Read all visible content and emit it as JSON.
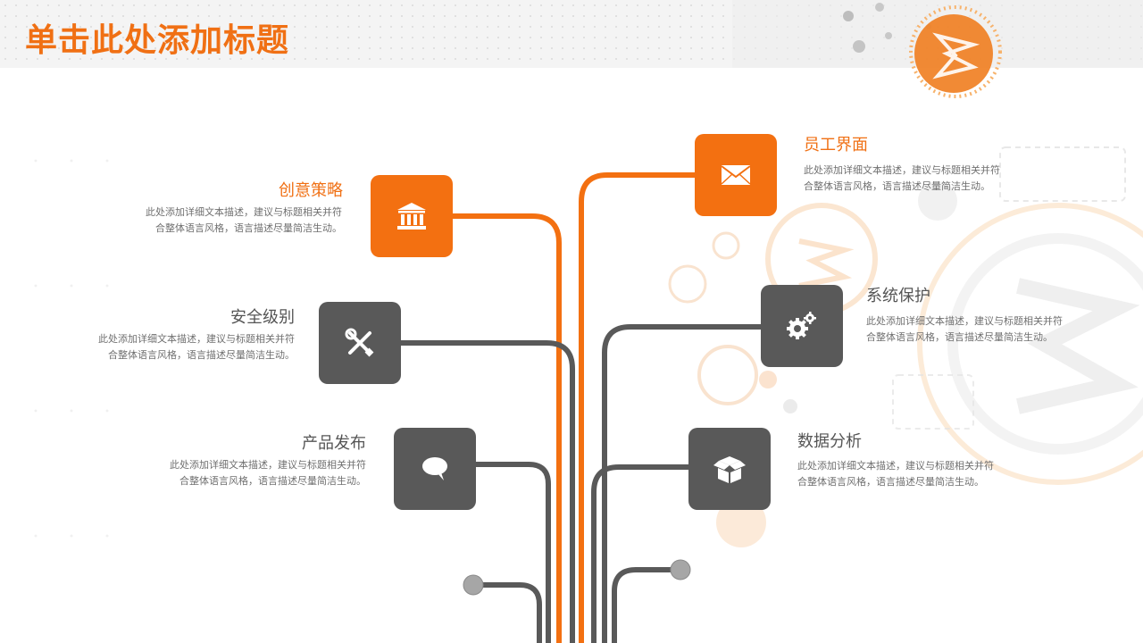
{
  "page": {
    "title": "单击此处添加标题"
  },
  "items": [
    {
      "title": "创意策略",
      "desc": "此处添加详细文本描述，建议与标题相关并符合整体语言风格，语言描述尽量简洁生动。",
      "icon": "bank-icon",
      "color": "orange"
    },
    {
      "title": "安全级别",
      "desc": "此处添加详细文本描述，建议与标题相关并符合整体语言风格，语言描述尽量简洁生动。",
      "icon": "tools-icon",
      "color": "gray"
    },
    {
      "title": "产品发布",
      "desc": "此处添加详细文本描述，建议与标题相关并符合整体语言风格，语言描述尽量简洁生动。",
      "icon": "chat-bubble-icon",
      "color": "gray"
    },
    {
      "title": "员工界面",
      "desc": "此处添加详细文本描述，建议与标题相关并符合整体语言风格，语言描述尽量简洁生动。",
      "icon": "envelope-icon",
      "color": "orange"
    },
    {
      "title": "系统保护",
      "desc": "此处添加详细文本描述，建议与标题相关并符合整体语言风格，语言描述尽量简洁生动。",
      "icon": "gears-icon",
      "color": "gray"
    },
    {
      "title": "数据分析",
      "desc": "此处添加详细文本描述，建议与标题相关并符合整体语言风格，语言描述尽量简洁生动。",
      "icon": "open-box-icon",
      "color": "gray"
    }
  ],
  "colors": {
    "accent": "#f37011",
    "dark": "#595959",
    "text": "#6f6f6f"
  }
}
